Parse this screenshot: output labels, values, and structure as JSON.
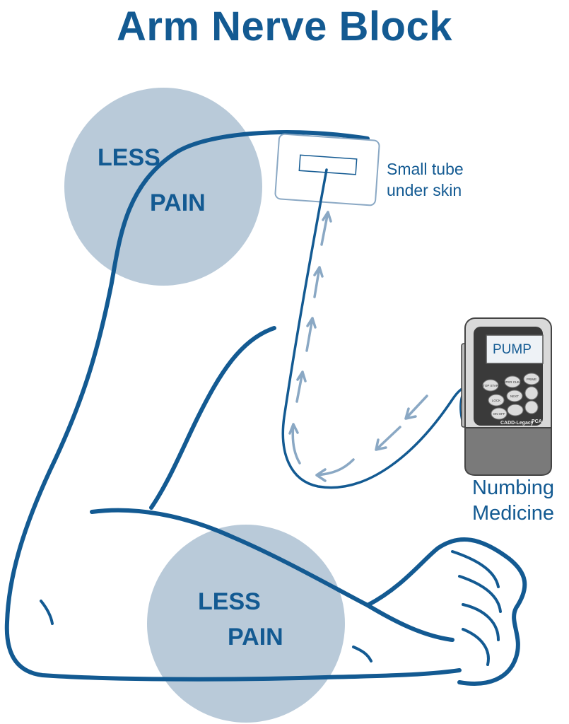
{
  "title": "Arm Nerve Block",
  "shoulder_pain": {
    "line1": "LESS",
    "line2": "PAIN"
  },
  "forearm_pain": {
    "line1": "LESS",
    "line2": "PAIN"
  },
  "tube_label": {
    "line1": "Small tube",
    "line2": "under skin"
  },
  "pump_label": {
    "line1": "Numbing",
    "line2": "Medicine"
  },
  "pump": {
    "screen": "PUMP",
    "brand": "CADD-Legacy",
    "model": "PCA",
    "keys": [
      "STOP START",
      "ENTER CLEAR",
      "PRIME",
      "LOCK",
      "NEXT",
      "ON OFF"
    ]
  },
  "colors": {
    "primary": "#135a92",
    "circle": "#b9cad9",
    "arrow": "#8aa8c4",
    "pump_body": "#d9d9d9",
    "pump_bottom": "#7a7a7a"
  }
}
